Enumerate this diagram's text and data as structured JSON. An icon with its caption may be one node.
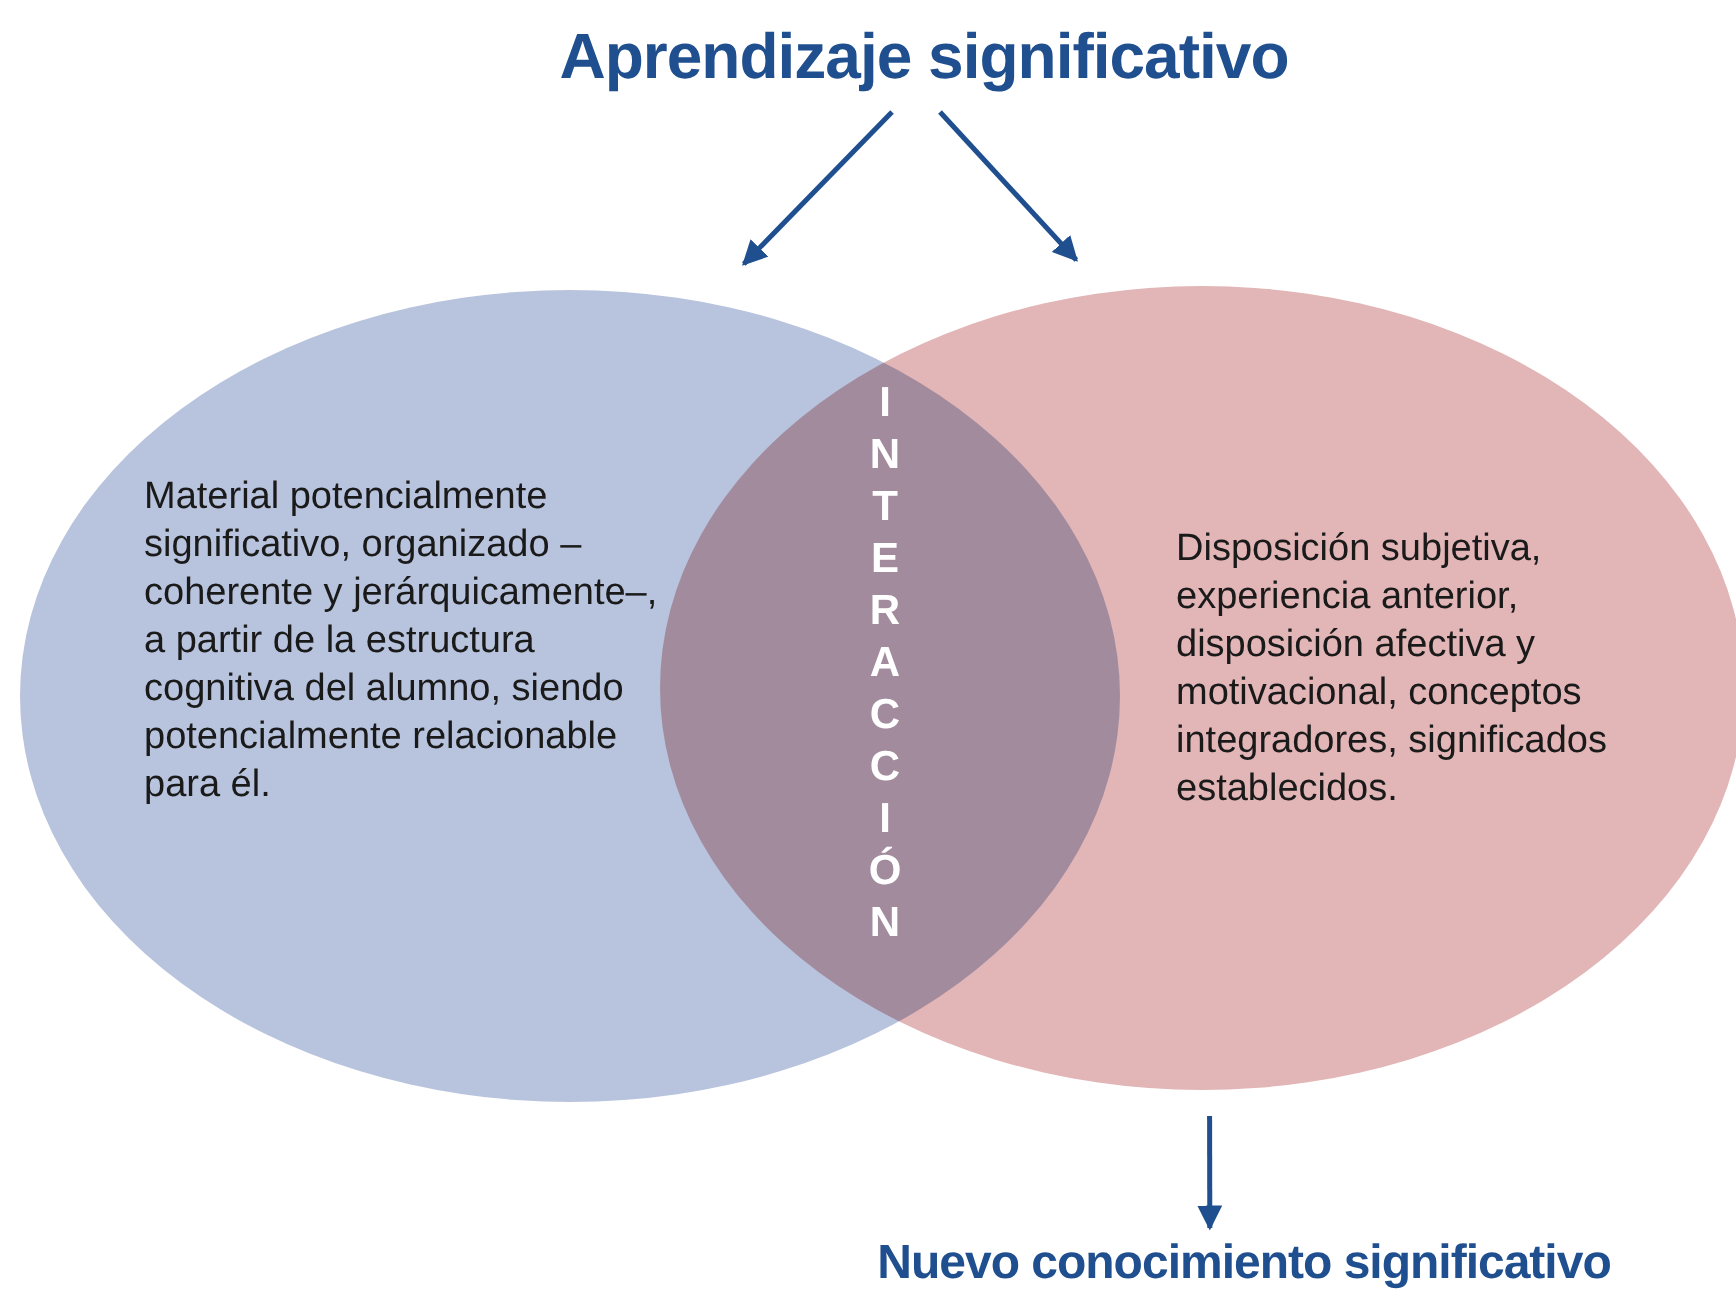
{
  "diagram": {
    "nodes": [
      {
        "text": [
          "Aprendizaje significativo"
        ]
      },
      {
        "text": [
          "Material potencialmente significativo, organizado –coherente y jerárquicamente–, a partir de la estructura cognitiva del alumno, siendo potencialmente relacionable para él."
        ]
      },
      {
        "text": [
          "Disposición subjetiva, experiencia anterior, disposición afectiva y motivacional, conceptos integradores, significados establecidos."
        ]
      },
      {
        "text": [
          "Nuevo conocimiento significativo"
        ]
      }
    ],
    "edges": [
      {
        "from": 0,
        "to": 1,
        "arrow": "to"
      },
      {
        "from": 0,
        "to": 2,
        "arrow": "to"
      },
      {
        "from": 2,
        "to": 3,
        "arrow": "to"
      }
    ],
    "labels": [
      "INTERACCIÓN"
    ]
  }
}
